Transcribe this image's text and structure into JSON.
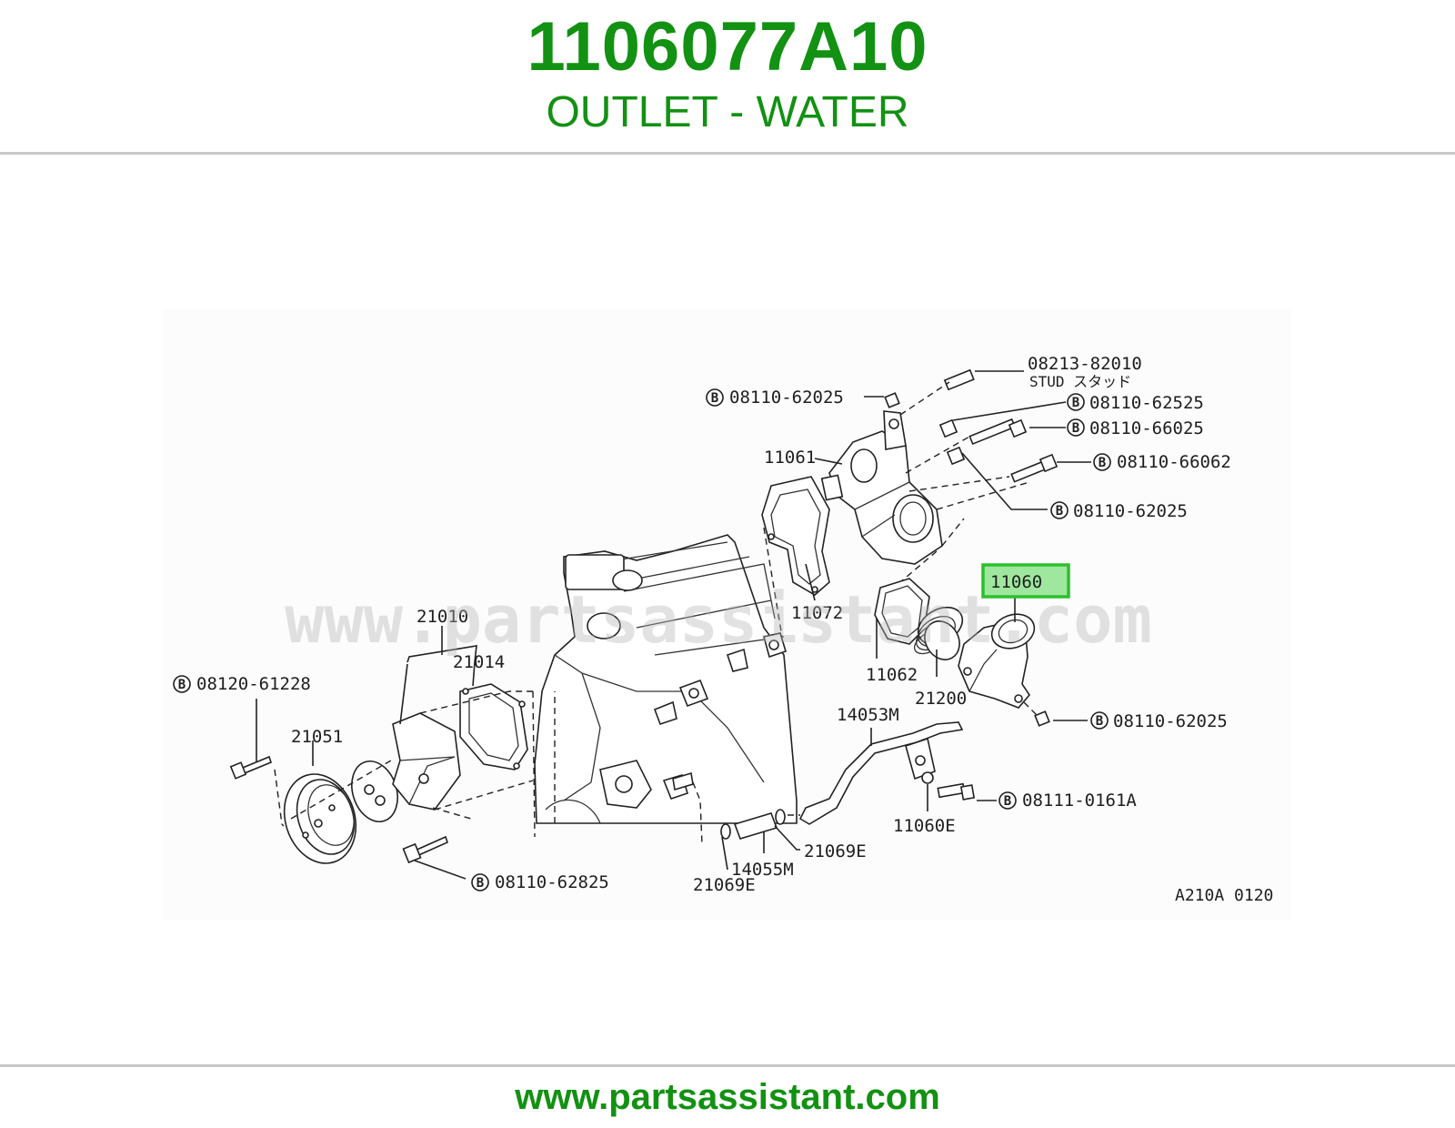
{
  "header": {
    "part_number": "1106077A10",
    "description": "OUTLET - WATER"
  },
  "diagram": {
    "watermark": "www.partsassistant.com",
    "reference_code": "A210A 0120",
    "bolt_marker": "B",
    "highlighted_part": "11060",
    "labels": {
      "p08213_82010": "08213-82010",
      "stud": "STUD スタッド",
      "b08110_62025_top": "08110-62025",
      "b08110_62525": "08110-62525",
      "b08110_66025": "08110-66025",
      "b08110_66062": "08110-66062",
      "b08110_62025_mid": "08110-62025",
      "p11061": "11061",
      "p11072": "11072",
      "p11060": "11060",
      "p11062": "11062",
      "p21200": "21200",
      "b08110_62025_low": "08110-62025",
      "p14053m": "14053M",
      "b08111_0161a": "08111-0161A",
      "p11060e": "11060E",
      "p21069e_right": "21069E",
      "p14055m": "14055M",
      "p21069e_left": "21069E",
      "p21010": "21010",
      "p21014": "21014",
      "b08120_61228": "08120-61228",
      "p21051": "21051",
      "b08110_62825": "08110-62825"
    }
  },
  "footer": {
    "url": "www.partsassistant.com"
  }
}
